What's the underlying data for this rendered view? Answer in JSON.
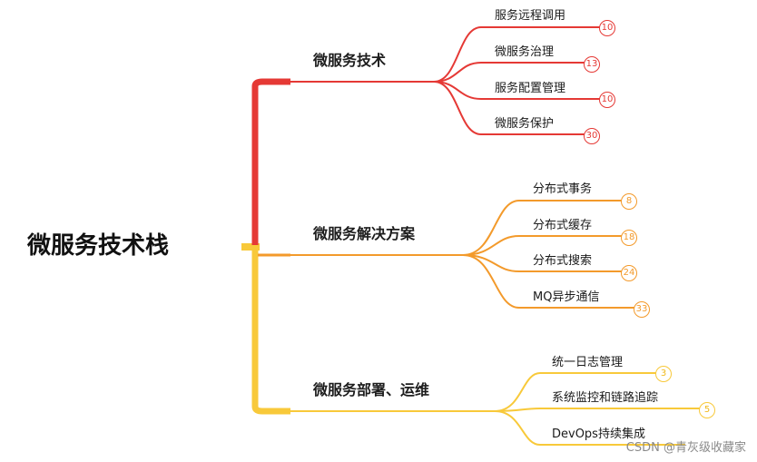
{
  "root": {
    "label": "微服务技术栈"
  },
  "colors": {
    "red": "#e53935",
    "orange": "#f39a2b",
    "yellow": "#f8c93a"
  },
  "branches": [
    {
      "label": "微服务技术",
      "color": "red",
      "children": [
        {
          "label": "服务远程调用",
          "badge": "10"
        },
        {
          "label": "微服务治理",
          "badge": "13"
        },
        {
          "label": "服务配置管理",
          "badge": "10"
        },
        {
          "label": "微服务保护",
          "badge": "30"
        }
      ]
    },
    {
      "label": "微服务解决方案",
      "color": "orange",
      "children": [
        {
          "label": "分布式事务",
          "badge": "8"
        },
        {
          "label": "分布式缓存",
          "badge": "18"
        },
        {
          "label": "分布式搜索",
          "badge": "24"
        },
        {
          "label": "MQ异步通信",
          "badge": "33"
        }
      ]
    },
    {
      "label": "微服务部署、运维",
      "color": "yellow",
      "children": [
        {
          "label": "统一日志管理",
          "badge": "3"
        },
        {
          "label": "系统监控和链路追踪",
          "badge": "5"
        },
        {
          "label": "DevOps持续集成",
          "badge": ""
        }
      ]
    }
  ],
  "watermark": "CSDN @青灰级收藏家"
}
